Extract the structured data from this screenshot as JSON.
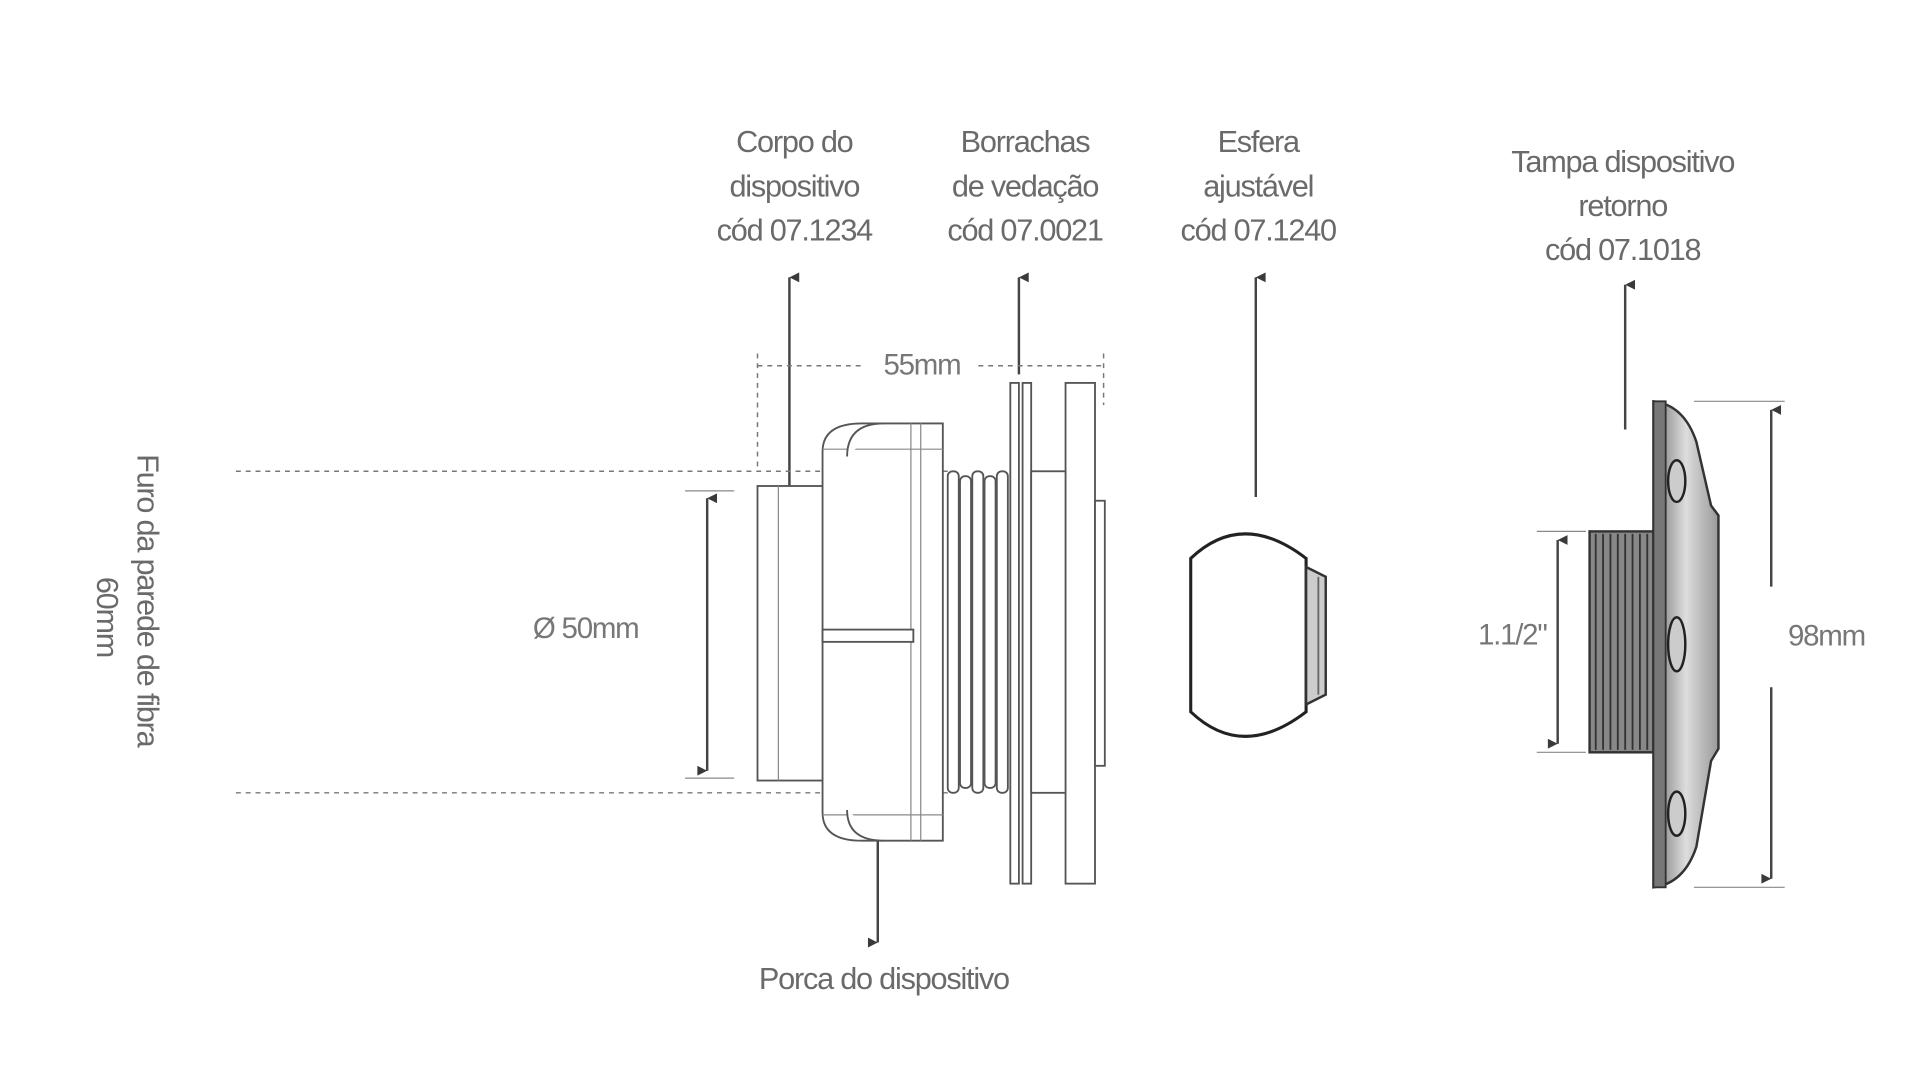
{
  "labels": {
    "body": {
      "line1": "Corpo do",
      "line2": "dispositivo",
      "code": "cód 07.1234"
    },
    "seals": {
      "line1": "Borrachas",
      "line2": "de vedação",
      "code": "cód 07.0021"
    },
    "ball": {
      "line1": "Esfera",
      "line2": "ajustável",
      "code": "cód 07.1240"
    },
    "cap": {
      "line1": "Tampa dispositivo",
      "line2": "retorno",
      "code": "cód 07.1018"
    },
    "nut": "Porca do dispositivo",
    "hole": {
      "line1": "Furo da parede de fibra",
      "line2": "60mm"
    }
  },
  "dimensions": {
    "length": "55mm",
    "diameter": "Ø 50mm",
    "thread": "1.1/2\"",
    "cap_height": "98mm"
  },
  "colors": {
    "text": "#6a6a6a",
    "lines": "#444444",
    "arrow": "#3a3a3a"
  }
}
